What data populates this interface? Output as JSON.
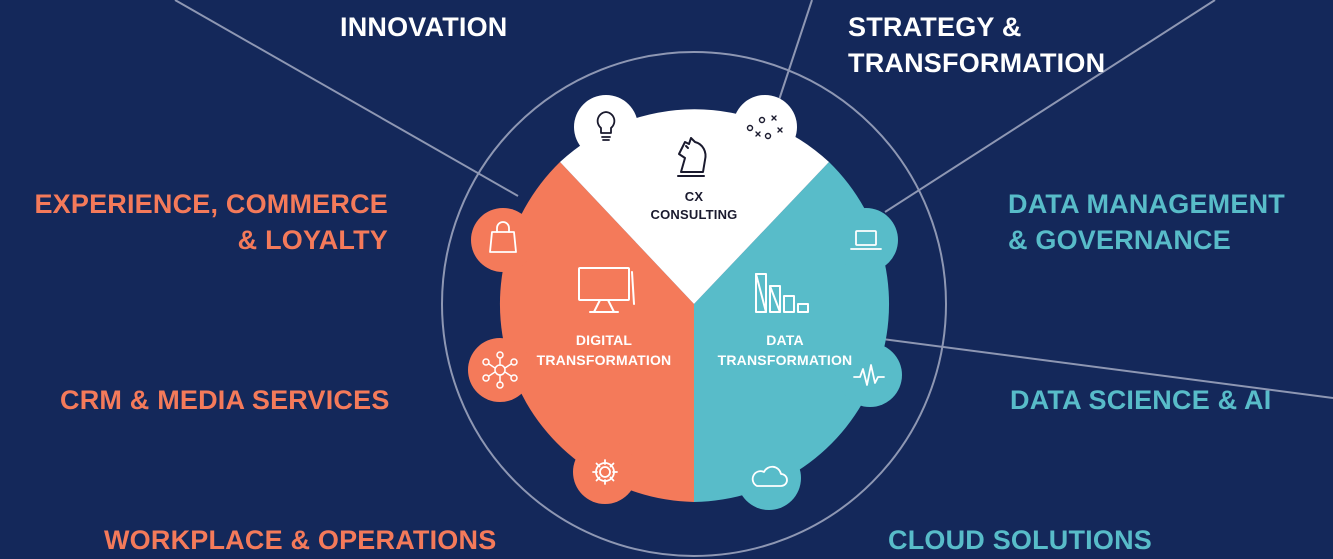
{
  "colors": {
    "background": "#14285a",
    "orange": "#f47a5a",
    "teal": "#58bcc9",
    "white": "#ffffff",
    "line": "#8e97b3"
  },
  "labels": {
    "innovation": "INNOVATION",
    "strategy_line1": "STRATEGY &",
    "strategy_line2": "TRANSFORMATION",
    "experience_line1": "EXPERIENCE, COMMERCE",
    "experience_line2": "& LOYALTY",
    "crm": "CRM & MEDIA SERVICES",
    "workplace": "WORKPLACE & OPERATIONS",
    "data_mgmt_line1": "DATA MANAGEMENT",
    "data_mgmt_line2": "& GOVERNANCE",
    "data_science": "DATA SCIENCE & AI",
    "cloud": "CLOUD SOLUTIONS"
  },
  "segments": {
    "cx_line1": "CX",
    "cx_line2": "CONSULTING",
    "digital_line1": "DIGITAL",
    "digital_line2": "TRANSFORMATION",
    "data_line1": "DATA",
    "data_line2": "TRANSFORMATION"
  },
  "icons": {
    "cx_center": "chess-knight-icon",
    "digital_center": "monitor-icon",
    "data_center": "bar-chart-icon",
    "innovation": "lightbulb-icon",
    "strategy": "strategy-play-icon",
    "experience": "shopping-bag-icon",
    "crm": "network-icon",
    "workplace": "gear-icon",
    "data_mgmt": "laptop-icon",
    "data_science": "waveform-icon",
    "cloud": "cloud-icon"
  }
}
